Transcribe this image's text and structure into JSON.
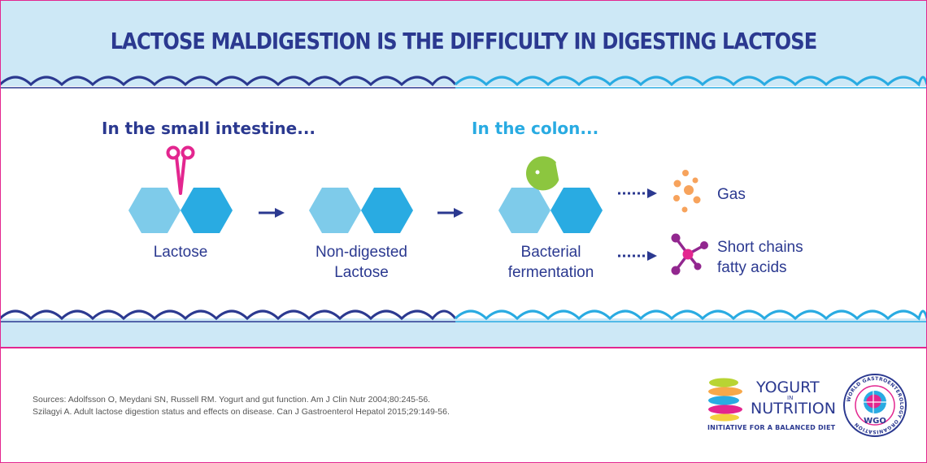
{
  "title": "LACTOSE MALDIGESTION IS THE DIFFICULTY IN DIGESTING LACTOSE",
  "sections": {
    "small_intestine": "In the small intestine...",
    "colon": "In the colon..."
  },
  "steps": [
    {
      "label": "Lactose"
    },
    {
      "label_line1": "Non-digested",
      "label_line2": "Lactose"
    },
    {
      "label_line1": "Bacterial",
      "label_line2": "fermentation"
    }
  ],
  "products": {
    "gas": "Gas",
    "scfa_line1": "Short chains",
    "scfa_line2": "fatty acids"
  },
  "sources": {
    "line1": "Sources: Adolfsson O, Meydani SN, Russell RM. Yogurt and gut function. Am J Clin Nutr 2004;80:245-56.",
    "line2": "Szilagyi A. Adult lactose digestion status and effects on disease. Can J Gastroenterol Hepatol 2015;29:149-56."
  },
  "logo_yogurt": {
    "word1": "YOGURT",
    "word2": "IN",
    "word3": "NUTRITION",
    "tagline": "INITIATIVE FOR A BALANCED DIET"
  },
  "logo_wgo": {
    "ring_text": "WORLD GASTROENTEROLOGY ORGANISATION",
    "acronym": "WGO"
  },
  "colors": {
    "navy": "#2b3990",
    "cyan": "#29abe2",
    "light_hex": "#7ecbea",
    "dark_hex": "#29abe2",
    "magenta": "#e3268f",
    "purple": "#92278f",
    "green": "#8cc63f",
    "orange": "#f7a35c",
    "band": "#cde8f6"
  },
  "icons": [
    "scissors-icon",
    "pacman-bacterium-icon",
    "gas-bubbles-icon",
    "molecule-icon",
    "arrow-right-icon"
  ]
}
